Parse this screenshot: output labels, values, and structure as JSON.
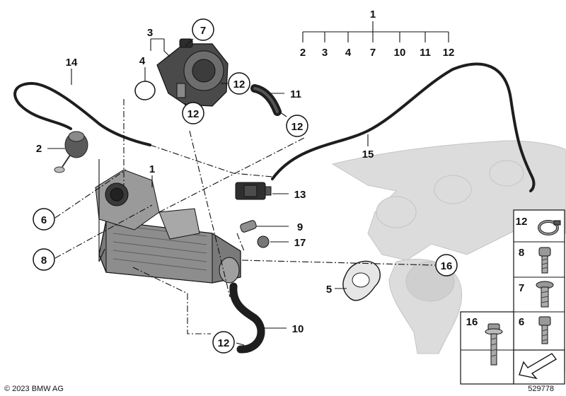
{
  "footer": {
    "copyright": "© 2023 BMW AG",
    "image_number": "529778"
  },
  "tree": {
    "root": "1",
    "children": [
      "2",
      "3",
      "4",
      "7",
      "10",
      "11",
      "12"
    ]
  },
  "callouts": {
    "p1_main": "1",
    "p2": "2",
    "p3": "3",
    "p4": "4",
    "p5": "5",
    "p6": "6",
    "p7": "7",
    "p8": "8",
    "p9": "9",
    "p10": "10",
    "p11": "11",
    "p12a": "12",
    "p12b": "12",
    "p12c": "12",
    "p12d": "12",
    "p13": "13",
    "p14": "14",
    "p15": "15",
    "p16": "16",
    "p17": "17"
  },
  "legend": {
    "items": [
      {
        "id": "12",
        "icon": "hose-clamp-icon"
      },
      {
        "id": "8",
        "icon": "socket-bolt-icon"
      },
      {
        "id": "7",
        "icon": "torx-bolt-icon"
      },
      {
        "id": "16",
        "icon": "flange-bolt-icon"
      },
      {
        "id": "6",
        "icon": "hex-bolt-icon"
      }
    ],
    "arrow_icon": "direction-arrow-icon"
  }
}
